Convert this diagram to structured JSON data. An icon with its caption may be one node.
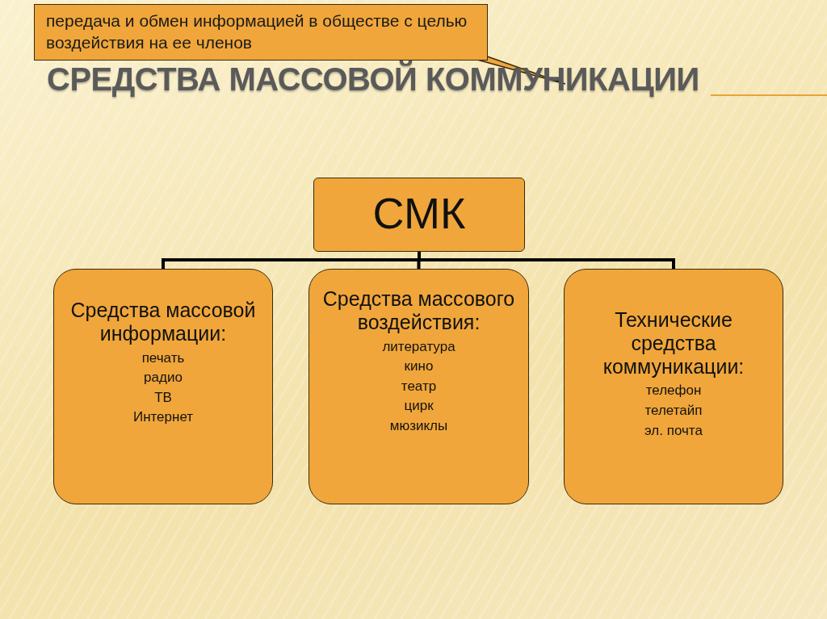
{
  "diagram": {
    "title": "СРЕДСТВА МАССОВОЙ КОММУНИКАЦИИ",
    "nodes": [
      {
        "text": [
          "передача и обмен информацией в обществе с целью воздействия на ее членов"
        ]
      },
      {
        "text": [
          "СМК"
        ]
      },
      {
        "text": [
          "Средства массовой информации:",
          "печать",
          "радио",
          "ТВ",
          "Интернет"
        ]
      },
      {
        "text": [
          "Средства массового воздействия:",
          "литература",
          "кино",
          "театр",
          "цирк",
          "мюзиклы"
        ]
      },
      {
        "text": [
          "Технические средства коммуникации:",
          "телефон",
          "телетайп",
          "эл. почта"
        ]
      }
    ],
    "edges": [
      {
        "from": 1,
        "to": 2,
        "arrow": "none"
      },
      {
        "from": 1,
        "to": 3,
        "arrow": "none"
      },
      {
        "from": 1,
        "to": 4,
        "arrow": "none"
      }
    ]
  }
}
